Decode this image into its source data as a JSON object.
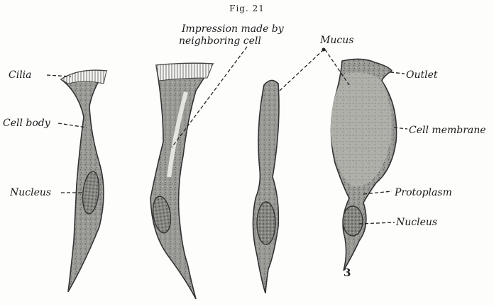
{
  "figure": {
    "title": "Fig. 21",
    "panel_number": "3"
  },
  "labels": {
    "cilia": "Cilia",
    "cell_body": "Cell body",
    "nucleus": "Nucleus",
    "impression_line1": "Impression made by",
    "impression_line2": "neighboring cell",
    "mucus": "Mucus",
    "outlet": "Outlet",
    "cell_membrane": "Cell membrane",
    "protoplasm": "Protoplasm",
    "nucleus_right": "Nucleus"
  }
}
